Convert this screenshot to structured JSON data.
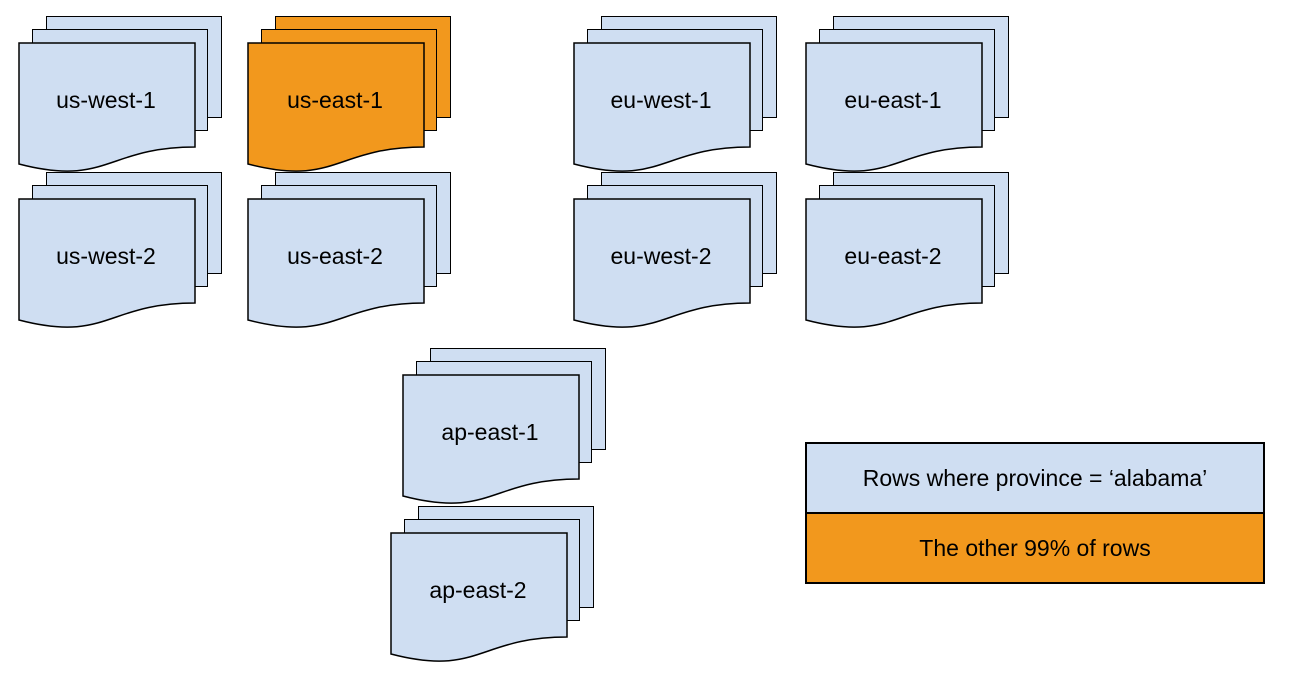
{
  "colors": {
    "region_fill": "#cfdef2",
    "highlight_fill": "#f2981d",
    "stroke": "#000000",
    "text": "#000000",
    "background": "#ffffff"
  },
  "highlighted_region": "us-east-1",
  "stacks": [
    {
      "label": "us-west-1",
      "variant": "normal"
    },
    {
      "label": "us-east-1",
      "variant": "highlight"
    },
    {
      "label": "eu-west-1",
      "variant": "normal"
    },
    {
      "label": "eu-east-1",
      "variant": "normal"
    },
    {
      "label": "us-west-2",
      "variant": "normal"
    },
    {
      "label": "us-east-2",
      "variant": "normal"
    },
    {
      "label": "eu-west-2",
      "variant": "normal"
    },
    {
      "label": "eu-east-2",
      "variant": "normal"
    },
    {
      "label": "ap-east-1",
      "variant": "normal"
    },
    {
      "label": "ap-east-2",
      "variant": "normal"
    }
  ],
  "legend": {
    "items": [
      {
        "label": "Rows where province = ‘alabama’",
        "variant": "normal"
      },
      {
        "label": "The other 99% of rows",
        "variant": "highlight"
      }
    ]
  }
}
